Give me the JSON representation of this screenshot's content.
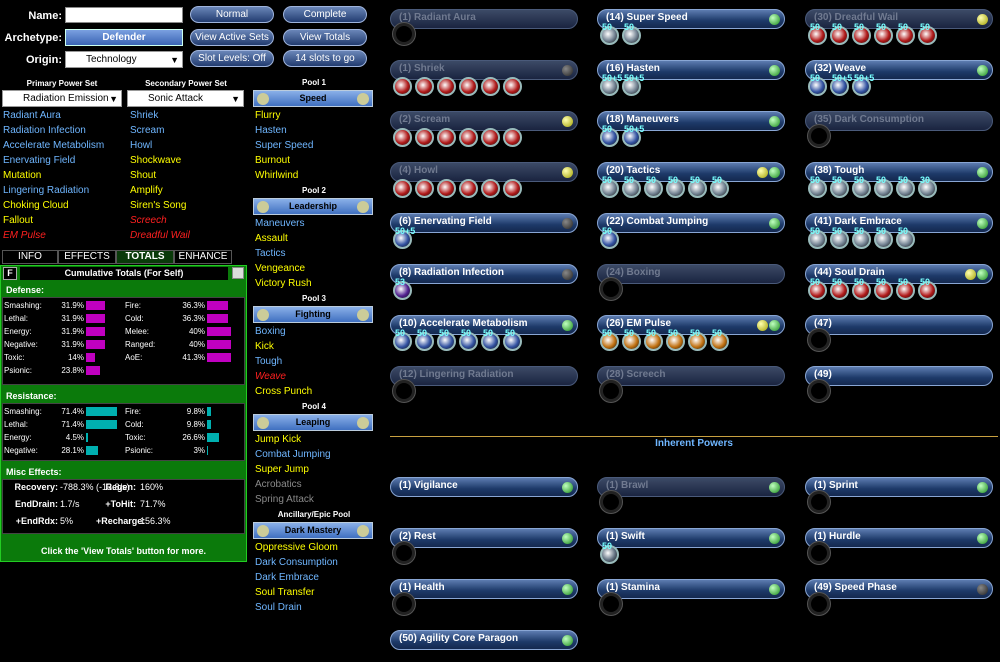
{
  "header": {
    "name_label": "Name:",
    "archetype_label": "Archetype:",
    "origin_label": "Origin:",
    "archetype": "Defender",
    "origin": "Technology",
    "name_value": "",
    "buttons": {
      "normal": "Normal",
      "complete": "Complete",
      "view_active_sets": "View Active Sets",
      "view_totals": "View Totals",
      "slot_levels": "Slot Levels: Off",
      "slots_to_go": "14 slots to go"
    }
  },
  "primary": {
    "title": "Primary Power Set",
    "set": "Radiation Emission",
    "powers": [
      {
        "name": "Radiant Aura",
        "style": "pw"
      },
      {
        "name": "Radiation Infection",
        "style": "pw"
      },
      {
        "name": "Accelerate Metabolism",
        "style": "pw"
      },
      {
        "name": "Enervating Field",
        "style": "pw"
      },
      {
        "name": "Mutation",
        "style": "py"
      },
      {
        "name": "Lingering Radiation",
        "style": "pw"
      },
      {
        "name": "Choking Cloud",
        "style": "py"
      },
      {
        "name": "Fallout",
        "style": "py"
      },
      {
        "name": "EM Pulse",
        "style": "pr"
      }
    ]
  },
  "secondary": {
    "title": "Secondary Power Set",
    "set": "Sonic Attack",
    "powers": [
      {
        "name": "Shriek",
        "style": "pw"
      },
      {
        "name": "Scream",
        "style": "pw"
      },
      {
        "name": "Howl",
        "style": "pw"
      },
      {
        "name": "Shockwave",
        "style": "py"
      },
      {
        "name": "Shout",
        "style": "py"
      },
      {
        "name": "Amplify",
        "style": "py"
      },
      {
        "name": "Siren's Song",
        "style": "py"
      },
      {
        "name": "Screech",
        "style": "pr"
      },
      {
        "name": "Dreadful Wail",
        "style": "pr"
      }
    ]
  },
  "tabs": [
    "INFO",
    "EFFECTS",
    "TOTALS",
    "ENHANCE"
  ],
  "totals": {
    "f_btn": "F",
    "title": "Cumulative Totals (For Self)",
    "defense_title": "Defense:",
    "defense_left": [
      {
        "k": "Smashing:",
        "v": "31.9%",
        "f": 0.55
      },
      {
        "k": "Lethal:",
        "v": "31.9%",
        "f": 0.55
      },
      {
        "k": "Energy:",
        "v": "31.9%",
        "f": 0.55
      },
      {
        "k": "Negative:",
        "v": "31.9%",
        "f": 0.55
      },
      {
        "k": "Toxic:",
        "v": "14%",
        "f": 0.25
      },
      {
        "k": "Psionic:",
        "v": "23.8%",
        "f": 0.42
      }
    ],
    "defense_right": [
      {
        "k": "Fire:",
        "v": "36.3%",
        "f": 0.63
      },
      {
        "k": "Cold:",
        "v": "36.3%",
        "f": 0.63
      },
      {
        "k": "Melee:",
        "v": "40%",
        "f": 0.7
      },
      {
        "k": "Ranged:",
        "v": "40%",
        "f": 0.7
      },
      {
        "k": "AoE:",
        "v": "41.3%",
        "f": 0.72
      }
    ],
    "res_title": "Resistance:",
    "res_left": [
      {
        "k": "Smashing:",
        "v": "71.4%",
        "f": 0.9
      },
      {
        "k": "Lethal:",
        "v": "71.4%",
        "f": 0.9
      },
      {
        "k": "Energy:",
        "v": "4.5%",
        "f": 0.06
      },
      {
        "k": "Negative:",
        "v": "28.1%",
        "f": 0.36
      }
    ],
    "res_right": [
      {
        "k": "Fire:",
        "v": "9.8%",
        "f": 0.13
      },
      {
        "k": "Cold:",
        "v": "9.8%",
        "f": 0.13
      },
      {
        "k": "Toxic:",
        "v": "26.6%",
        "f": 0.34
      },
      {
        "k": "Psionic:",
        "v": "3%",
        "f": 0.04
      }
    ],
    "misc_title": "Misc Effects:",
    "misc": [
      {
        "k": "Recovery:",
        "v": "-788.3% (-13.8/s)"
      },
      {
        "k": "Regen:",
        "v": "160%"
      },
      {
        "k": "EndDrain:",
        "v": "1.7/s"
      },
      {
        "k": "+ToHit:",
        "v": "71.7%"
      },
      {
        "k": "+EndRdx:",
        "v": "5%"
      },
      {
        "k": "+Recharge:",
        "v": "156.3%"
      }
    ],
    "footer": "Click the 'View Totals' button for more."
  },
  "pools": [
    {
      "title": "Pool 1",
      "name": "Speed",
      "powers": [
        {
          "name": "Flurry",
          "style": "py"
        },
        {
          "name": "Hasten",
          "style": "pw"
        },
        {
          "name": "Super Speed",
          "style": "pw"
        },
        {
          "name": "Burnout",
          "style": "py"
        },
        {
          "name": "Whirlwind",
          "style": "py"
        }
      ]
    },
    {
      "title": "Pool 2",
      "name": "Leadership",
      "powers": [
        {
          "name": "Maneuvers",
          "style": "pw"
        },
        {
          "name": "Assault",
          "style": "py"
        },
        {
          "name": "Tactics",
          "style": "pw"
        },
        {
          "name": "Vengeance",
          "style": "py"
        },
        {
          "name": "Victory Rush",
          "style": "py"
        }
      ]
    },
    {
      "title": "Pool 3",
      "name": "Fighting",
      "powers": [
        {
          "name": "Boxing",
          "style": "pw"
        },
        {
          "name": "Kick",
          "style": "py"
        },
        {
          "name": "Tough",
          "style": "pw"
        },
        {
          "name": "Weave",
          "style": "pr"
        },
        {
          "name": "Cross Punch",
          "style": "py"
        }
      ]
    },
    {
      "title": "Pool 4",
      "name": "Leaping",
      "powers": [
        {
          "name": "Jump Kick",
          "style": "py"
        },
        {
          "name": "Combat Jumping",
          "style": "pw"
        },
        {
          "name": "Super Jump",
          "style": "py"
        },
        {
          "name": "Acrobatics",
          "style": "pg"
        },
        {
          "name": "Spring Attack",
          "style": "pg"
        }
      ]
    },
    {
      "title": "Ancillary/Epic Pool",
      "name": "Dark Mastery",
      "powers": [
        {
          "name": "Oppressive Gloom",
          "style": "py"
        },
        {
          "name": "Dark Consumption",
          "style": "pw"
        },
        {
          "name": "Dark Embrace",
          "style": "pw"
        },
        {
          "name": "Soul Transfer",
          "style": "py"
        },
        {
          "name": "Soul Drain",
          "style": "pw"
        }
      ]
    }
  ],
  "inherent_title": "Inherent Powers",
  "slots_col1": [
    {
      "name": "(1) Radiant Aura",
      "dim": true,
      "dot": "",
      "enh": [],
      "labels": []
    },
    {
      "name": "(1) Shriek",
      "dim": true,
      "dot": "k",
      "enh": [
        "r",
        "r",
        "r",
        "r",
        "r",
        "r"
      ],
      "labels": []
    },
    {
      "name": "(2) Scream",
      "dim": true,
      "dot": "y",
      "enh": [
        "r",
        "r",
        "r",
        "r",
        "r",
        "r"
      ],
      "labels": []
    },
    {
      "name": "(4) Howl",
      "dim": true,
      "dot": "y",
      "enh": [
        "r",
        "r",
        "r",
        "r",
        "r",
        "r"
      ],
      "labels": []
    },
    {
      "name": "(6) Enervating Field",
      "dim": false,
      "dot": "k",
      "enh": [
        "b"
      ],
      "labels": [
        "50+5"
      ]
    },
    {
      "name": "(8) Radiation Infection",
      "dim": false,
      "dot": "k",
      "enh": [
        "p"
      ],
      "labels": [
        "53"
      ]
    },
    {
      "name": "(10) Accelerate Metabolism",
      "dim": false,
      "dot": "g",
      "enh": [
        "b",
        "b",
        "b",
        "b",
        "b",
        "b"
      ],
      "labels": [
        "50",
        "50",
        "50",
        "50",
        "50",
        "50"
      ]
    },
    {
      "name": "(12) Lingering Radiation",
      "dim": true,
      "dot": "",
      "enh": [],
      "labels": []
    }
  ],
  "slots_col2": [
    {
      "name": "(14) Super Speed",
      "dim": false,
      "dot": "g",
      "enh": [
        "s",
        "s"
      ],
      "labels": [
        "50",
        "50"
      ]
    },
    {
      "name": "(16) Hasten",
      "dim": false,
      "dot": "g",
      "enh": [
        "s",
        "s"
      ],
      "labels": [
        "50+5",
        "50+5"
      ]
    },
    {
      "name": "(18) Maneuvers",
      "dim": false,
      "dot": "g",
      "enh": [
        "b",
        "b"
      ],
      "labels": [
        "50",
        "50+5"
      ]
    },
    {
      "name": "(20) Tactics",
      "dim": false,
      "dot": "yg",
      "enh": [
        "s",
        "s",
        "s",
        "s",
        "s",
        "s"
      ],
      "labels": [
        "50",
        "50",
        "50",
        "50",
        "50",
        "50"
      ]
    },
    {
      "name": "(22) Combat Jumping",
      "dim": false,
      "dot": "g",
      "enh": [
        "b"
      ],
      "labels": [
        "50"
      ]
    },
    {
      "name": "(24) Boxing",
      "dim": true,
      "dot": "",
      "enh": [],
      "labels": []
    },
    {
      "name": "(26) EM Pulse",
      "dim": false,
      "dot": "yg",
      "enh": [
        "o",
        "o",
        "o",
        "o",
        "o",
        "o"
      ],
      "labels": [
        "50",
        "50",
        "50",
        "50",
        "50",
        "50"
      ]
    },
    {
      "name": "(28) Screech",
      "dim": true,
      "dot": "",
      "enh": [],
      "labels": []
    }
  ],
  "slots_col3": [
    {
      "name": "(30) Dreadful Wail",
      "dim": true,
      "dot": "y",
      "enh": [
        "r",
        "r",
        "r",
        "r",
        "r",
        "r"
      ],
      "labels": [
        "50",
        "50",
        "50",
        "50",
        "50",
        "50"
      ]
    },
    {
      "name": "(32) Weave",
      "dim": false,
      "dot": "g",
      "enh": [
        "b",
        "b",
        "b"
      ],
      "labels": [
        "50",
        "50+5",
        "50+5"
      ]
    },
    {
      "name": "(35) Dark Consumption",
      "dim": true,
      "dot": "",
      "enh": [],
      "labels": []
    },
    {
      "name": "(38) Tough",
      "dim": false,
      "dot": "g",
      "enh": [
        "s",
        "s",
        "s",
        "s",
        "s",
        "s"
      ],
      "labels": [
        "50",
        "50",
        "50",
        "50",
        "50",
        "30"
      ]
    },
    {
      "name": "(41) Dark Embrace",
      "dim": false,
      "dot": "g",
      "enh": [
        "s",
        "s",
        "s",
        "s",
        "s"
      ],
      "labels": [
        "50",
        "50",
        "50",
        "50",
        "50"
      ]
    },
    {
      "name": "(44) Soul Drain",
      "dim": false,
      "dot": "yg",
      "enh": [
        "r",
        "r",
        "r",
        "r",
        "r",
        "r"
      ],
      "labels": [
        "50",
        "50",
        "50",
        "50",
        "50",
        "50"
      ]
    },
    {
      "name": "(47)",
      "dim": false,
      "dot": "",
      "enh": [],
      "labels": []
    },
    {
      "name": "(49)",
      "dim": false,
      "dot": "",
      "enh": [],
      "labels": []
    }
  ],
  "inherent": [
    {
      "name": "(1) Vigilance",
      "dim": false,
      "dot": "g",
      "ring": false,
      "labels": []
    },
    {
      "name": "(1) Brawl",
      "dim": true,
      "dot": "g",
      "ring": true,
      "labels": []
    },
    {
      "name": "(1) Sprint",
      "dim": false,
      "dot": "g",
      "ring": true,
      "labels": []
    },
    {
      "name": "(2) Rest",
      "dim": false,
      "dot": "g",
      "ring": true,
      "labels": []
    },
    {
      "name": "(1) Swift",
      "dim": false,
      "dot": "g",
      "ring": false,
      "labels": [
        "50"
      ]
    },
    {
      "name": "(1) Hurdle",
      "dim": false,
      "dot": "g",
      "ring": true,
      "labels": []
    },
    {
      "name": "(1) Health",
      "dim": false,
      "dot": "g",
      "ring": true,
      "labels": []
    },
    {
      "name": "(1) Stamina",
      "dim": false,
      "dot": "g",
      "ring": true,
      "labels": []
    },
    {
      "name": "(49) Speed Phase",
      "dim": false,
      "dot": "k",
      "ring": true,
      "labels": []
    },
    {
      "name": "(50) Agility Core Paragon",
      "dim": false,
      "dot": "g",
      "ring": false,
      "labels": []
    }
  ],
  "colors": {
    "def_bar": "#c000c0",
    "res_bar": "#00b0b0",
    "panel_green": "#0b7a0b",
    "accent": "#c8a040"
  }
}
